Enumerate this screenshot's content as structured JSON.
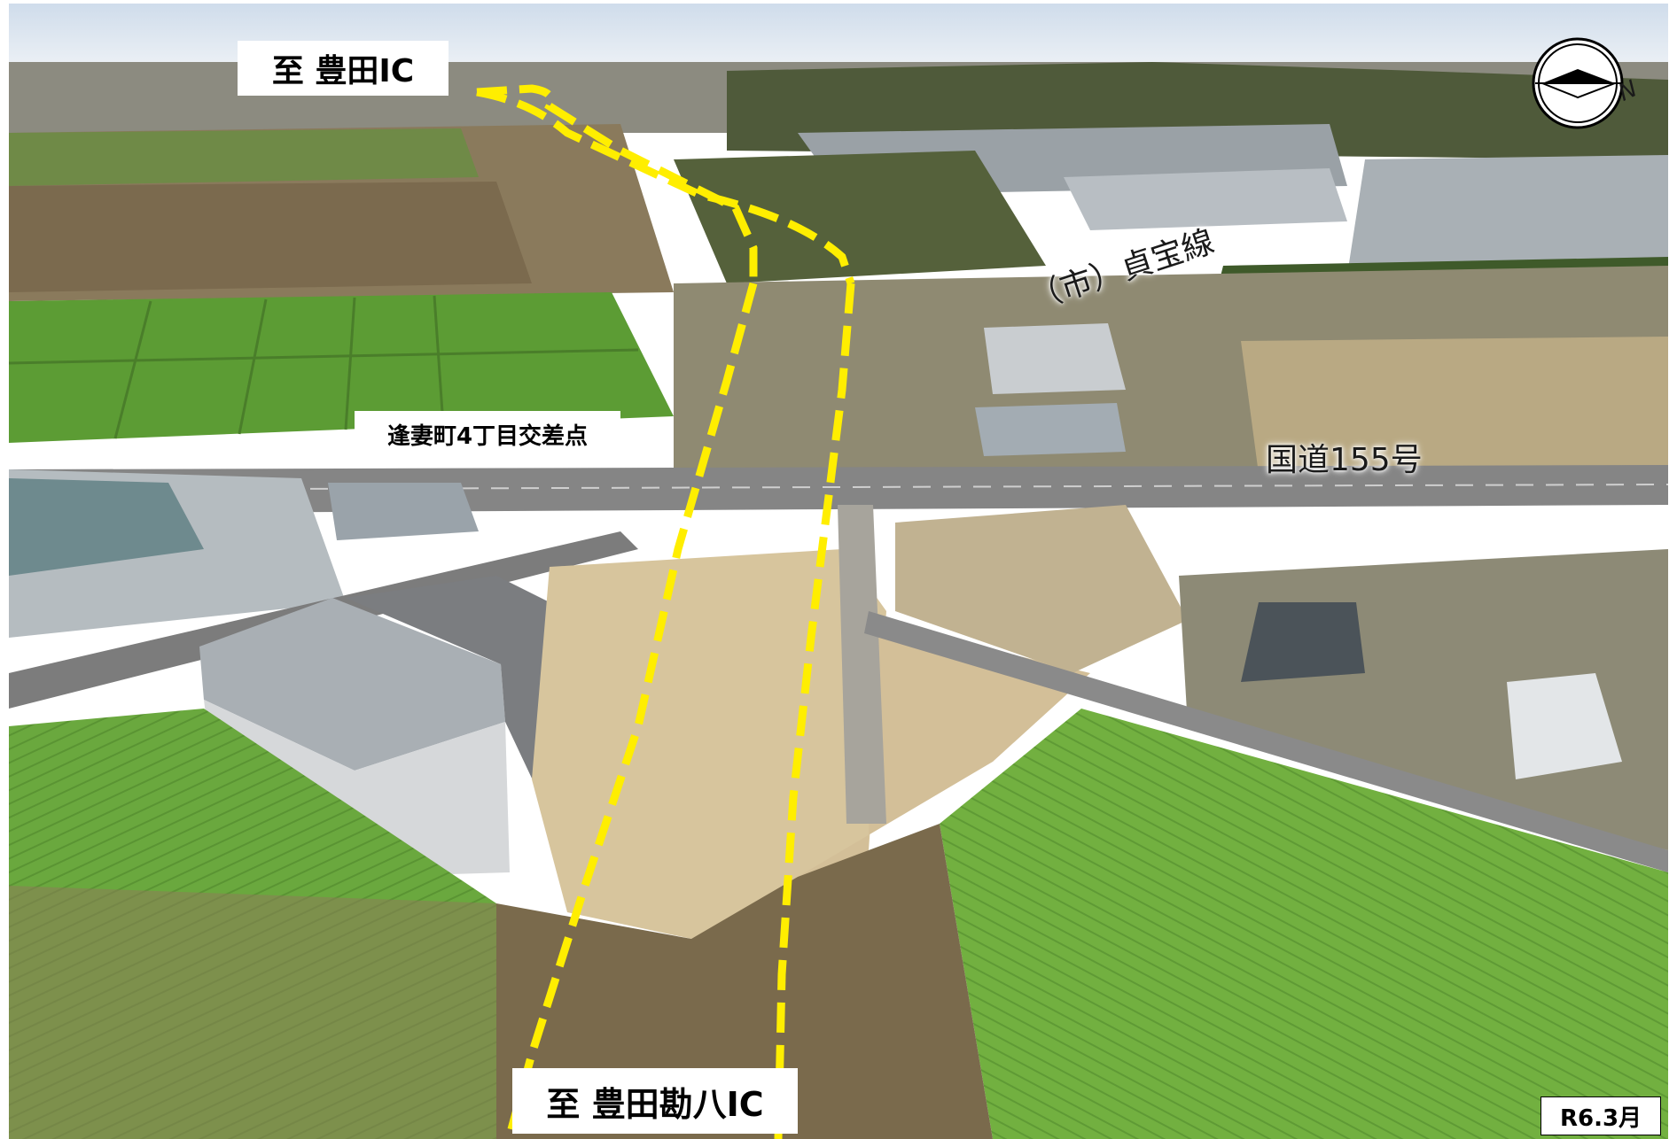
{
  "labels": {
    "to_toyota_ic": "至 豊田IC",
    "to_kanpachi_ic": "至 豊田勘八IC",
    "intersection": "逢妻町4丁目交差点",
    "city_road": "（市）貞宝線",
    "national_route": "国道155号",
    "date": "R6.3月"
  },
  "compass": {
    "north_letter": "N"
  },
  "colors": {
    "route_line": "#ffee00",
    "sky": "#dfe8f1",
    "field_green": "#5f9a3a",
    "bare_site": "#d9c7a0",
    "road": "#8a8a8a"
  }
}
